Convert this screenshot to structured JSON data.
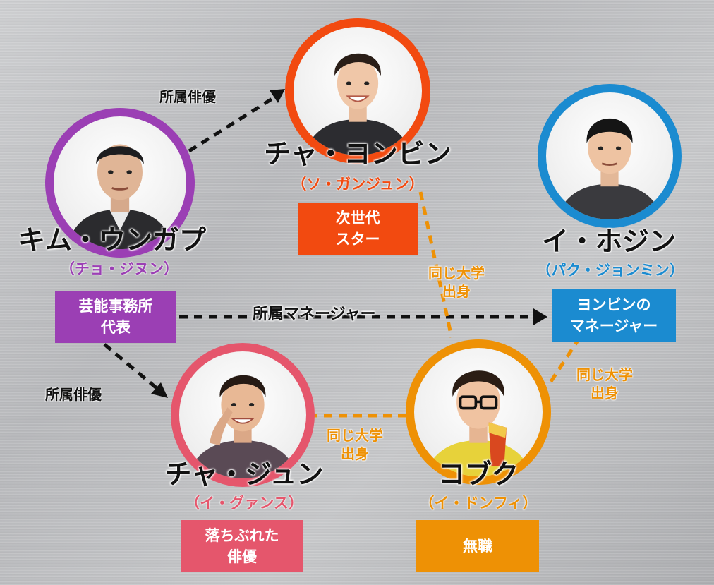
{
  "colors": {
    "kim": "#9b3fb4",
    "cha_yongbin": "#f24a10",
    "lee_hojin": "#1b8bd0",
    "cha_jun": "#e5566c",
    "kobuku": "#ee9105",
    "arrow_black": "#111111",
    "arrow_orange": "#ee9105"
  },
  "characters": {
    "kim": {
      "name": "キム・ウンガプ",
      "actor": "（チョ・ジヌン）",
      "role": "芸能事務所\n代表"
    },
    "cha_yongbin": {
      "name": "チャ・ヨンビン",
      "actor": "（ソ・ガンジュン）",
      "role": "次世代\nスター"
    },
    "lee_hojin": {
      "name": "イ・ホジン",
      "actor": "（パク・ジョンミン）",
      "role": "ヨンビンの\nマネージャー"
    },
    "cha_jun": {
      "name": "チャ・ジュン",
      "actor": "（イ・グァンス）",
      "role": "落ちぶれた\n俳優"
    },
    "kobuku": {
      "name": "コブク",
      "actor": "（イ・ドンフィ）",
      "role": "無職"
    }
  },
  "relations": {
    "kim_to_yongbin": "所属俳優",
    "kim_to_jun": "所属俳優",
    "kim_to_hojin": "所属マネージャー",
    "yongbin_kobuku": "同じ大学\n出身",
    "jun_kobuku": "同じ大学\n出身",
    "hojin_kobuku": "同じ大学\n出身"
  }
}
